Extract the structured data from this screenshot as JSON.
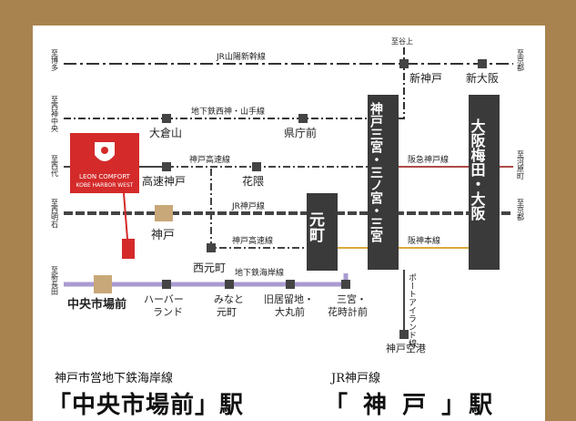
{
  "colors": {
    "frame": "#a8834f",
    "line_dark": "#333333",
    "line_gray": "#777777",
    "line_purple": "#a99ad1",
    "line_hanshin": "#d9a93a",
    "line_hankyu": "#b04a4a",
    "station_tan": "#c8a878",
    "logo_red": "#d42a2a"
  },
  "directions": {
    "hakata": "至博多",
    "tokyo_top": "至京都",
    "nishikamiyacho_top": "至西神中央",
    "nishidai": "至西代",
    "nishiakashi": "至西明石",
    "shinnagata": "至新長田",
    "kyoto_right": "至京都",
    "kawaramachi": "至河原町",
    "tanigami": "至谷上"
  },
  "lines": {
    "sanyo_shinkansen": "JR山陽新幹線",
    "seishin_yamate": "地下鉄西神・山手線",
    "kobe_kosoku_upper": "神戸高速線",
    "hankyu_kobe": "阪急神戸線",
    "jr_kobe": "JR神戸線",
    "kobe_kosoku_lower": "神戸高速線",
    "hanshin_honsen": "阪神本線",
    "kaigan": "地下鉄海岸線",
    "port_liner": "ポートアイランド線"
  },
  "stations": {
    "shin_kobe": "新神戸",
    "shin_osaka": "新大阪",
    "okurayama": "大倉山",
    "kenchomae": "県庁前",
    "kosoku_kobe": "高速神戸",
    "hanakuma": "花隈",
    "kobe": "神戸",
    "nishimotomachi": "西元町",
    "motomachi": "元町",
    "sannomiya": "神戸三宮・三ノ宮・三宮",
    "osaka_umeda": "大阪梅田・大阪",
    "chuo_ichiba": "中央市場前",
    "harborland_a": "ハーバー",
    "harborland_b": "ランド",
    "minato_a": "みなと",
    "minato_b": "元町",
    "kyukyoryuchi_a": "旧居留地・",
    "kyukyoryuchi_b": "大丸前",
    "sannomiya_hanadokei_a": "三宮・",
    "sannomiya_hanadokei_b": "花時計前",
    "kobe_airport": "神戸空港"
  },
  "logo": {
    "line1": "LEON COMFORT",
    "line2": "KOBE HARBOR WEST"
  },
  "footer": {
    "left_line": "神戸市営地下鉄海岸線",
    "left_station": "「中央市場前」駅",
    "right_line": "JR神戸線",
    "right_station": "「 神 戸 」駅"
  }
}
